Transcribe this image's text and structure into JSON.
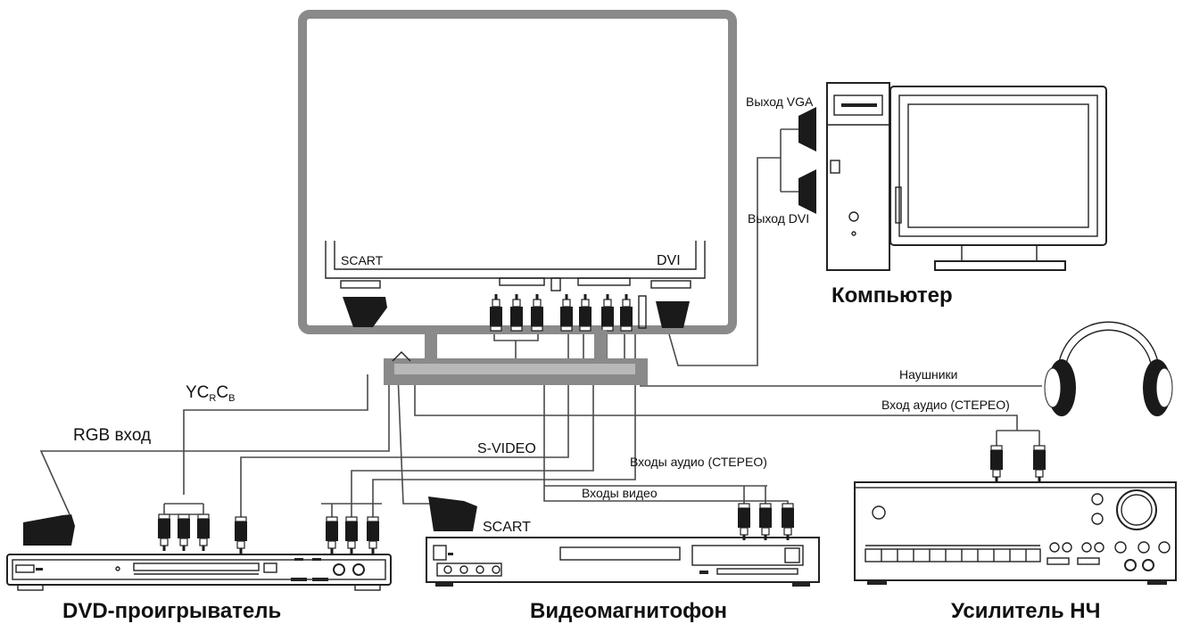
{
  "tv": {
    "scart_label": "SCART",
    "dvi_label": "DVI"
  },
  "computer": {
    "title": "Компьютер",
    "vga_label": "Выход VGA",
    "dvi_label": "Выход DVI"
  },
  "connections": {
    "headphones": "Наушники",
    "audio_in_stereo": "Вход аудио  (СТЕРЕО)",
    "ycrcb": "YC",
    "ycrcb_r": "R",
    "ycrcb_c": "C",
    "ycrcb_b": "B",
    "rgb_in": "RGB вход",
    "svideo": "S-VIDEO",
    "audio_inputs_stereo": "Входы аудио  (СТЕРЕО)",
    "video_inputs": "Входы видео",
    "scart_vcr": "SCART"
  },
  "devices": {
    "dvd": "DVD-проигрыватель",
    "vcr": "Видеомагнитофон",
    "amp": "Усилитель НЧ"
  },
  "colors": {
    "tv_frame": "#8a8a8a",
    "wire": "#4a4a4a",
    "connector": "#1a1a1a"
  }
}
